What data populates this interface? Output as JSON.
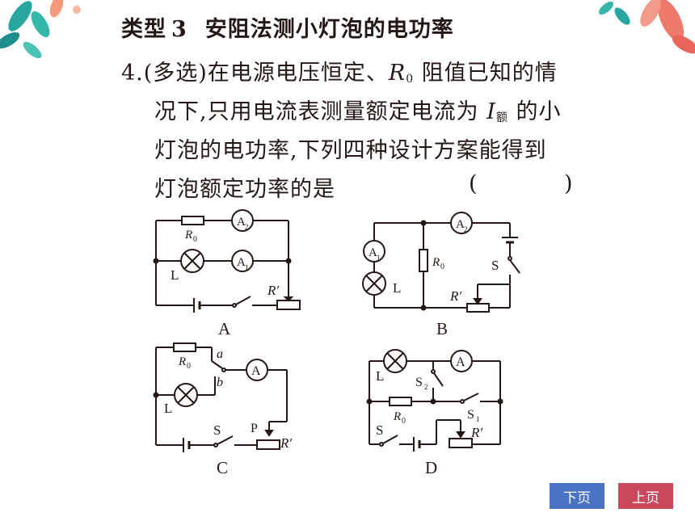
{
  "heading": {
    "type_label": "类型",
    "type_number": "3",
    "title": "安阻法测小灯泡的电功率"
  },
  "question": {
    "number": "4.",
    "line1_a": "(多选)在电源电压恒定、",
    "r0_symbol": "R",
    "r0_sub": "0",
    "line1_b": "阻值已知的情",
    "line2_a": "况下,只用电流表测量额定电流为",
    "i_symbol": "I",
    "i_sub": "额",
    "line2_b": "的小",
    "line3": "灯泡的电功率,下列四种设计方案能得到",
    "line4": "灯泡额定功率的是",
    "paren_open": "(",
    "paren_close": ")"
  },
  "circuits": {
    "A": {
      "label": "A",
      "r0": "R",
      "r0_sub": "0",
      "a1": "A",
      "a1_sub": "1",
      "a2": "A",
      "a2_sub": "2",
      "lamp": "L",
      "rheo": "R′"
    },
    "B": {
      "label": "B",
      "r0": "R",
      "r0_sub": "0",
      "a1": "A",
      "a1_sub": "1",
      "a2": "A",
      "a2_sub": "2",
      "lamp": "L",
      "switch": "S",
      "rheo": "R′"
    },
    "C": {
      "label": "C",
      "r0": "R",
      "r0_sub": "0",
      "meter": "A",
      "lamp": "L",
      "switch": "S",
      "slider": "P",
      "rheo": "R′",
      "node_a": "a",
      "node_b": "b"
    },
    "D": {
      "label": "D",
      "r0": "R",
      "r0_sub": "0",
      "meter": "A",
      "lamp": "L",
      "switch": "S",
      "s1": "S",
      "s1_sub": "1",
      "s2": "S",
      "s2_sub": "2",
      "rheo": "R′"
    }
  },
  "nav": {
    "next_label": "下页",
    "prev_label": "上页",
    "next_color": "#4a73c4",
    "prev_color": "#c94a5c"
  },
  "decor": {
    "left": "floral-leaves-decoration",
    "right": "floral-leaves-decoration"
  }
}
